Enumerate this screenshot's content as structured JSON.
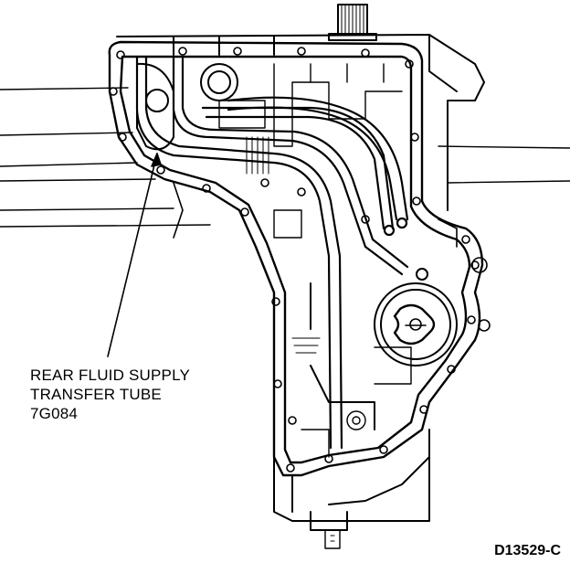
{
  "callout": {
    "line1": "REAR FLUID SUPPLY",
    "line2": "TRANSFER TUBE",
    "line3": "7G084"
  },
  "figure_ref": "D13529-C",
  "colors": {
    "ink": "#000000",
    "paper": "#ffffff"
  }
}
